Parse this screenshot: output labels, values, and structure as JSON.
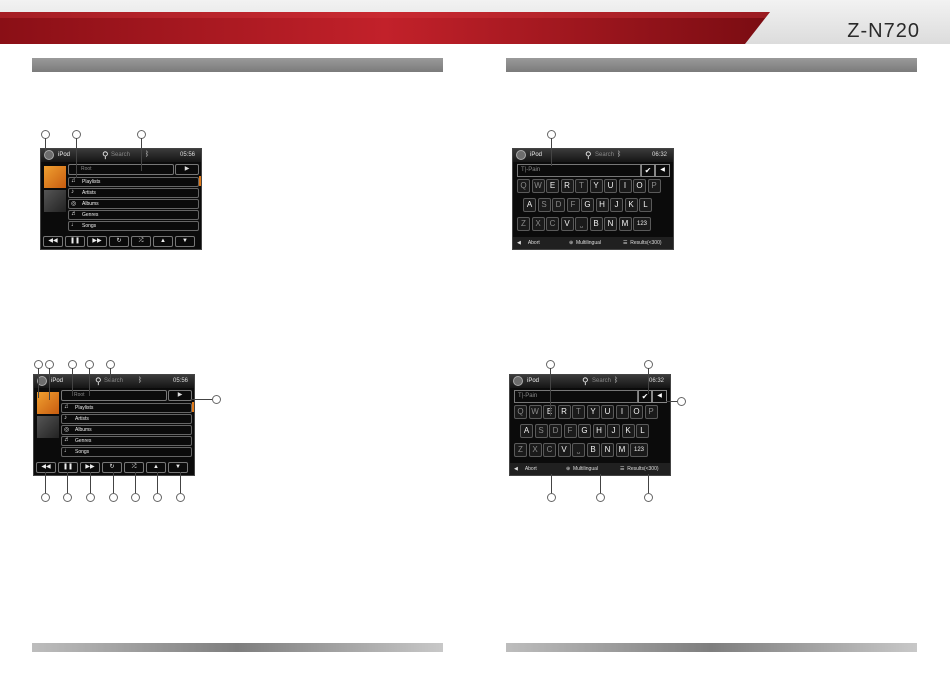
{
  "header": {
    "brand": "Z-N720",
    "colors": {
      "band_red": "#b01a22",
      "band_dark": "#6b0d12"
    }
  },
  "browse": {
    "app": "iPod",
    "search": "Search",
    "time_top": "05:56",
    "time_bottom": "05:56",
    "path": "Root",
    "items": [
      {
        "icon": "playlist-icon",
        "label": "Playlists"
      },
      {
        "icon": "artist-icon",
        "label": "Artists"
      },
      {
        "icon": "album-icon",
        "label": "Albums"
      },
      {
        "icon": "genre-icon",
        "label": "Genres"
      },
      {
        "icon": "song-icon",
        "label": "Songs"
      }
    ],
    "controls": [
      "rewind-icon",
      "pause-icon",
      "fast-forward-icon",
      "repeat-icon",
      "shuffle-icon",
      "up-icon",
      "down-icon"
    ]
  },
  "keyboard": {
    "app": "iPod",
    "search": "Search",
    "time": "06:32",
    "input_text": "T|-Pain",
    "rows": [
      [
        "Q",
        "W",
        "E",
        "R",
        "T",
        "Y",
        "U",
        "I",
        "O",
        "P"
      ],
      [
        "A",
        "S",
        "D",
        "F",
        "G",
        "H",
        "J",
        "K",
        "L"
      ],
      [
        "Z",
        "X",
        "C",
        "V",
        "␣",
        "B",
        "N",
        "M",
        "123"
      ]
    ],
    "abort": "Abort",
    "multilingual": "Multilingual",
    "results": "Results(<300)"
  }
}
